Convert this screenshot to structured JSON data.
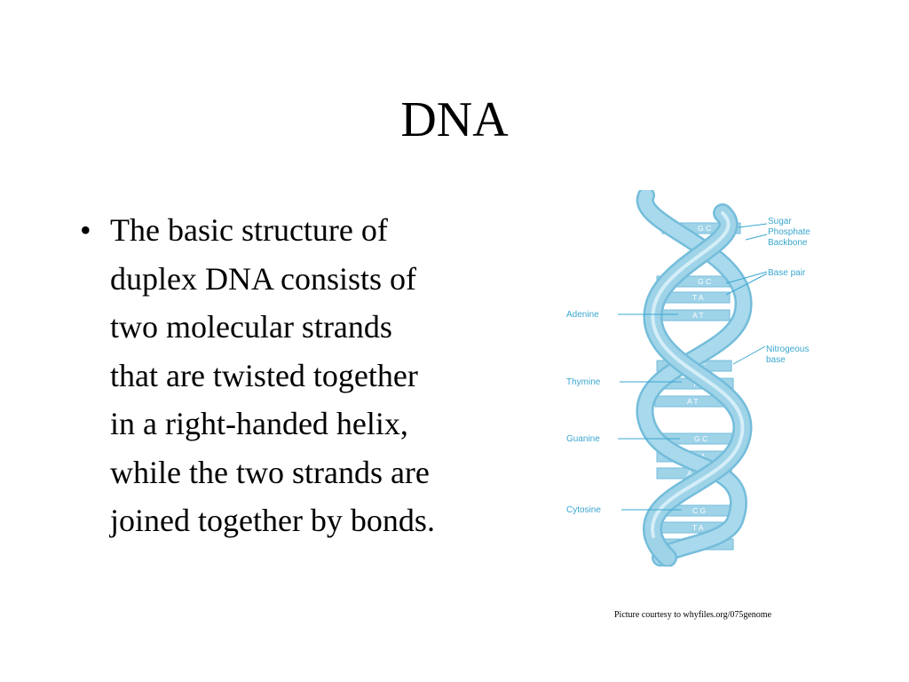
{
  "slide": {
    "title": "DNA",
    "bullets": [
      {
        "marker": "•",
        "text": "The basic structure of\nduplex DNA consists of\ntwo molecular strands\nthat are twisted together\nin a right-handed helix,\nwhile the two strands are\njoined together by bonds."
      }
    ],
    "credit": "Picture courtesy to whyfiles.org/075genome"
  },
  "diagram": {
    "labels": {
      "sugar_phosphate_backbone": [
        "Sugar",
        "Phosphate",
        "Backbone"
      ],
      "base_pair": "Base pair",
      "nitrogeous_base": [
        "Nitrogeous",
        "base"
      ],
      "adenine": "Adenine",
      "thymine": "Thymine",
      "guanine": "Guanine",
      "cytosine": "Cytosine"
    },
    "base_pairs": [
      "G C",
      "G C",
      "T A",
      "A T",
      "G C",
      "T A",
      "A T",
      "G C",
      "T A",
      "A T",
      "C G",
      "T A",
      "A T"
    ],
    "colors": {
      "helix": "#9fd3e8",
      "helix_stroke": "#74bddb",
      "label": "#3aa7cf"
    }
  }
}
